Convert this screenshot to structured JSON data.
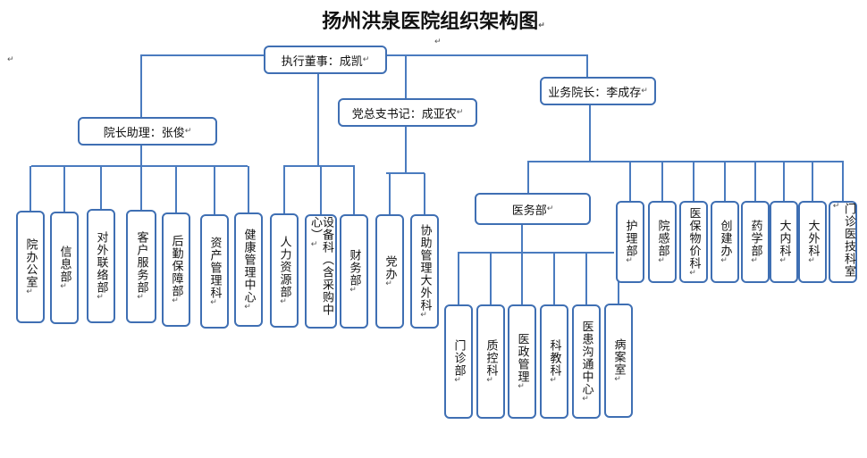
{
  "title": "扬州洪泉医院组织架构图",
  "mark": "↵",
  "nodes": {
    "ceo": "执行董事：成凯",
    "assistant": "院长助理：张俊",
    "party": "党总支书记：成亚农",
    "vp": "业务院长：李成存",
    "medical": "医务部"
  },
  "assistant_depts": [
    "院办公室",
    "信息部",
    "对外联络部",
    "客户服务部",
    "后勤保障部",
    "资产管理科",
    "健康管理中心"
  ],
  "ceo_depts": [
    "人力资源部",
    "设备科（含采购中心）",
    "财务部"
  ],
  "party_depts": [
    "党办",
    "协助管理大外科"
  ],
  "medical_depts": [
    "门诊部",
    "质控科",
    "医政管理",
    "科教科",
    "医患沟通中心",
    "病案室"
  ],
  "vp_depts": [
    "护理部",
    "院感部",
    "医保物价科",
    "创建办",
    "药学部",
    "大内科",
    "大外科",
    "门诊医技科室"
  ]
}
